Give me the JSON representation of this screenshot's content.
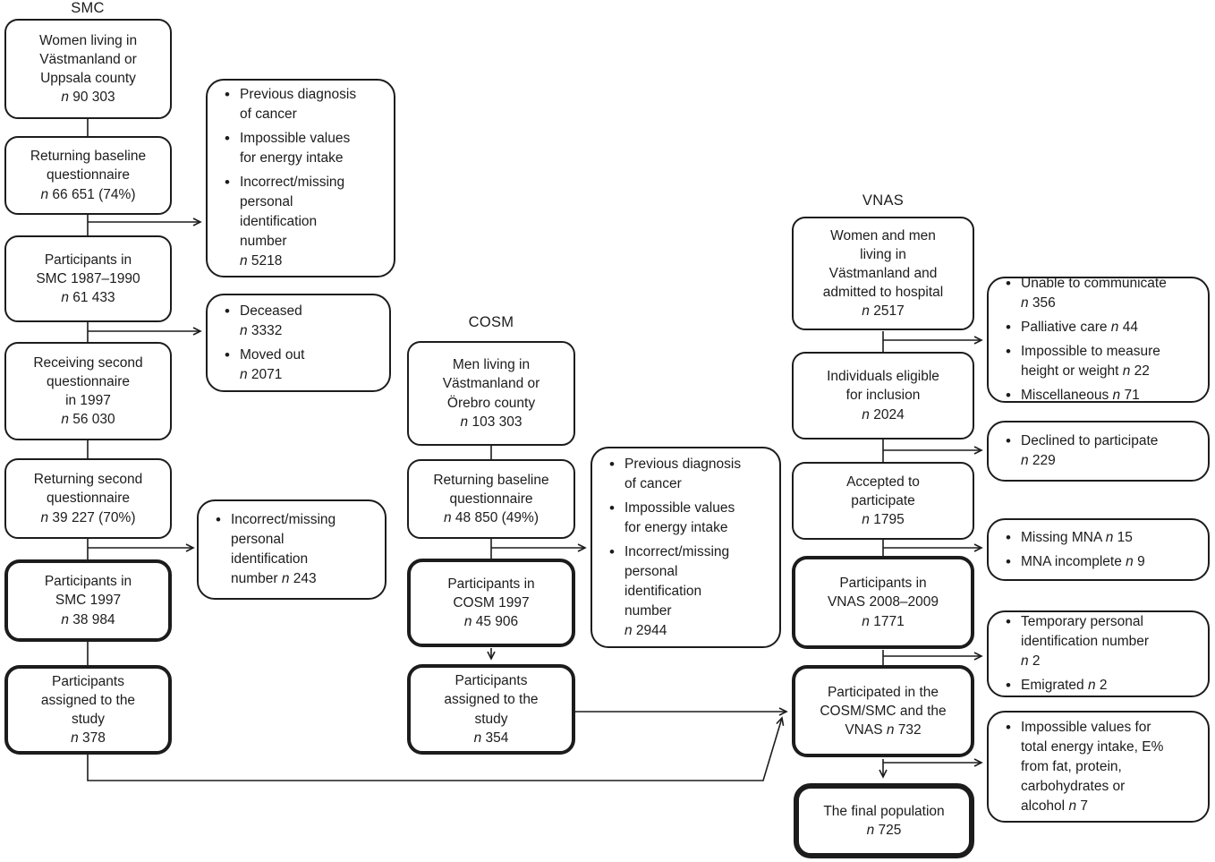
{
  "figure": {
    "background": "#ffffff",
    "line_color": "#1c1c1c"
  },
  "columns": {
    "smc": {
      "title": "SMC",
      "boxes": [
        "Women living in\nVästmanland or\nUppsala county\nn 90 303",
        "Returning baseline\nquestionnaire\nn 66 651 (74%)",
        "Participants in\nSMC 1987–1990\nn 61 433",
        "Receiving second\nquestionnaire\nin 1997\nn 56 030",
        "Returning second\nquestionnaire\nn 39 227 (70%)",
        "Participants in\nSMC 1997\nn 38 984",
        "Participants\nassigned to the\nstudy\nn 378"
      ]
    },
    "cosm": {
      "title": "COSM",
      "boxes": [
        "Men living in\nVästmanland or\nÖrebro county\nn 103 303",
        "Returning baseline\nquestionnaire\nn 48 850 (49%)",
        "Participants in\nCOSM 1997\nn 45 906",
        "Participants\nassigned to the\nstudy\nn 354"
      ]
    },
    "vnas": {
      "title": "VNAS",
      "boxes": [
        "Women and men\nliving in\nVästmanland and\nadmitted to hospital\nn 2517",
        "Individuals eligible\nfor inclusion\nn 2024",
        "Accepted to\nparticipate\nn 1795",
        "Participants in\nVNAS 2008–2009\nn 1771",
        "Participated in the\nCOSM/SMC and the\nVNAS n 732",
        "The final population\nn 725"
      ]
    }
  },
  "exclusions": {
    "smc": [
      {
        "items": [
          "Previous diagnosis\nof cancer",
          "Impossible values\nfor energy intake",
          "Incorrect/missing\npersonal\nidentification\nnumber\nn 5218"
        ]
      },
      {
        "items": [
          "Deceased\nn 3332",
          "Moved out\nn 2071"
        ]
      },
      {
        "items": [
          "Incorrect/missing\npersonal\nidentification\nnumber n 243"
        ]
      }
    ],
    "cosm": [
      {
        "items": [
          "Previous diagnosis\nof cancer",
          "Impossible values\nfor energy intake",
          "Incorrect/missing\npersonal\nidentification\nnumber\nn 2944"
        ]
      }
    ],
    "vnas": [
      {
        "items": [
          "Unable to communicate\nn 356",
          "Palliative care n 44",
          "Impossible to measure\nheight or weight n 22",
          "Miscellaneous n 71"
        ]
      },
      {
        "items": [
          "Declined to participate\nn 229"
        ]
      },
      {
        "items": [
          "Missing MNA n 15",
          "MNA incomplete n 9"
        ]
      },
      {
        "items": [
          "Temporary personal\nidentification number\nn 2",
          "Emigrated n 2"
        ]
      },
      {
        "items": [
          "Impossible values for\ntotal energy intake, E%\nfrom fat, protein,\ncarbohydrates or\nalcohol n 7"
        ]
      }
    ]
  }
}
